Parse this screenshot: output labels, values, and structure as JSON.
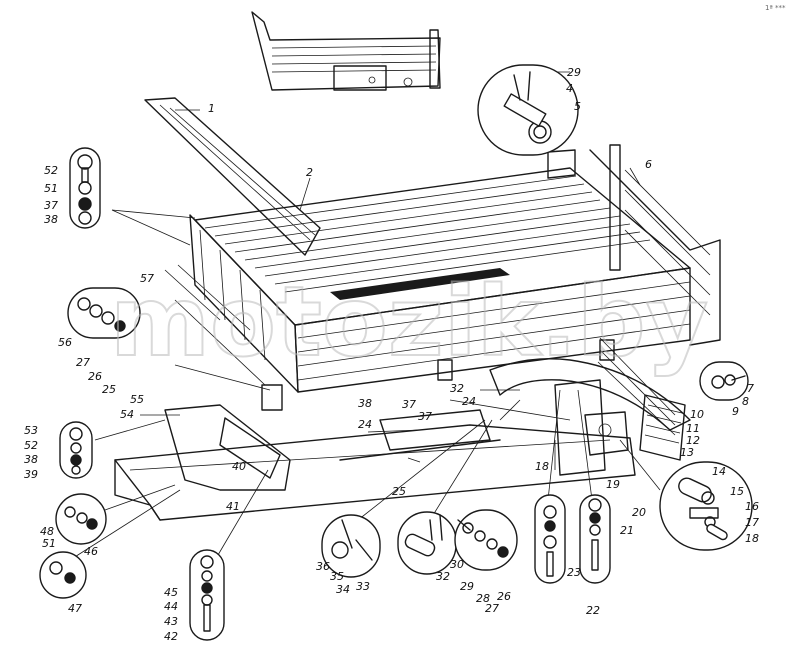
{
  "corner_mark": "1ª ***",
  "watermark": "motozik.by",
  "part_labels": [
    "1",
    "2",
    "4",
    "5",
    "6",
    "7",
    "8",
    "9",
    "10",
    "11",
    "12",
    "13",
    "14",
    "15",
    "16",
    "17",
    "18",
    "18",
    "19",
    "20",
    "21",
    "22",
    "23",
    "24",
    "24",
    "25",
    "25",
    "26",
    "26",
    "27",
    "27",
    "28",
    "29",
    "29",
    "30",
    "32",
    "32",
    "33",
    "34",
    "35",
    "36",
    "37",
    "37",
    "37",
    "38",
    "38",
    "38",
    "39",
    "40",
    "41",
    "42",
    "43",
    "44",
    "45",
    "46",
    "47",
    "48",
    "51",
    "51",
    "52",
    "52",
    "53",
    "54",
    "55",
    "56",
    "57"
  ]
}
